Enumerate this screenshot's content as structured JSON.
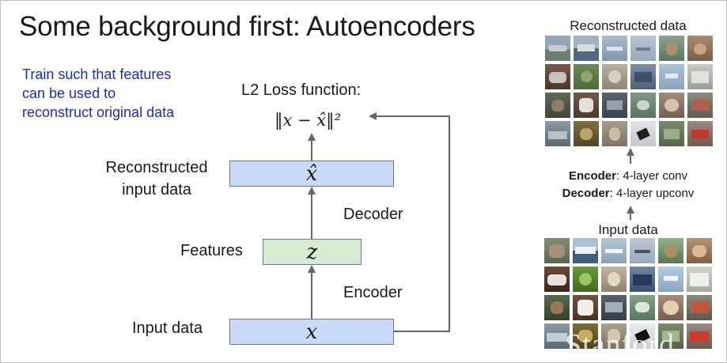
{
  "title": "Some background first: Autoencoders",
  "note_lines": [
    "Train such that features",
    "can be used to",
    "reconstruct original data"
  ],
  "loss_title": "L2 Loss function:",
  "loss_formula": "‖x − x̂‖²",
  "labels": {
    "reconstructed_line1": "Reconstructed",
    "reconstructed_line2": "input data",
    "features": "Features",
    "input": "Input data",
    "decoder": "Decoder",
    "encoder": "Encoder"
  },
  "symbols": {
    "xhat": "x̂",
    "z": "z",
    "x": "x"
  },
  "right_panel": {
    "reconstructed_title": "Reconstructed data",
    "encoder_bold": "Encoder",
    "encoder_rest": ": 4-layer conv",
    "decoder_bold": "Decoder",
    "decoder_rest": ": 4-layer upconv",
    "input_title": "Input data",
    "watermark": "Stanford"
  },
  "colors": {
    "note_text": "#1f2db5",
    "box_blue": "#c9daf8",
    "box_green": "#d9ead3",
    "arrow": "#666666"
  }
}
